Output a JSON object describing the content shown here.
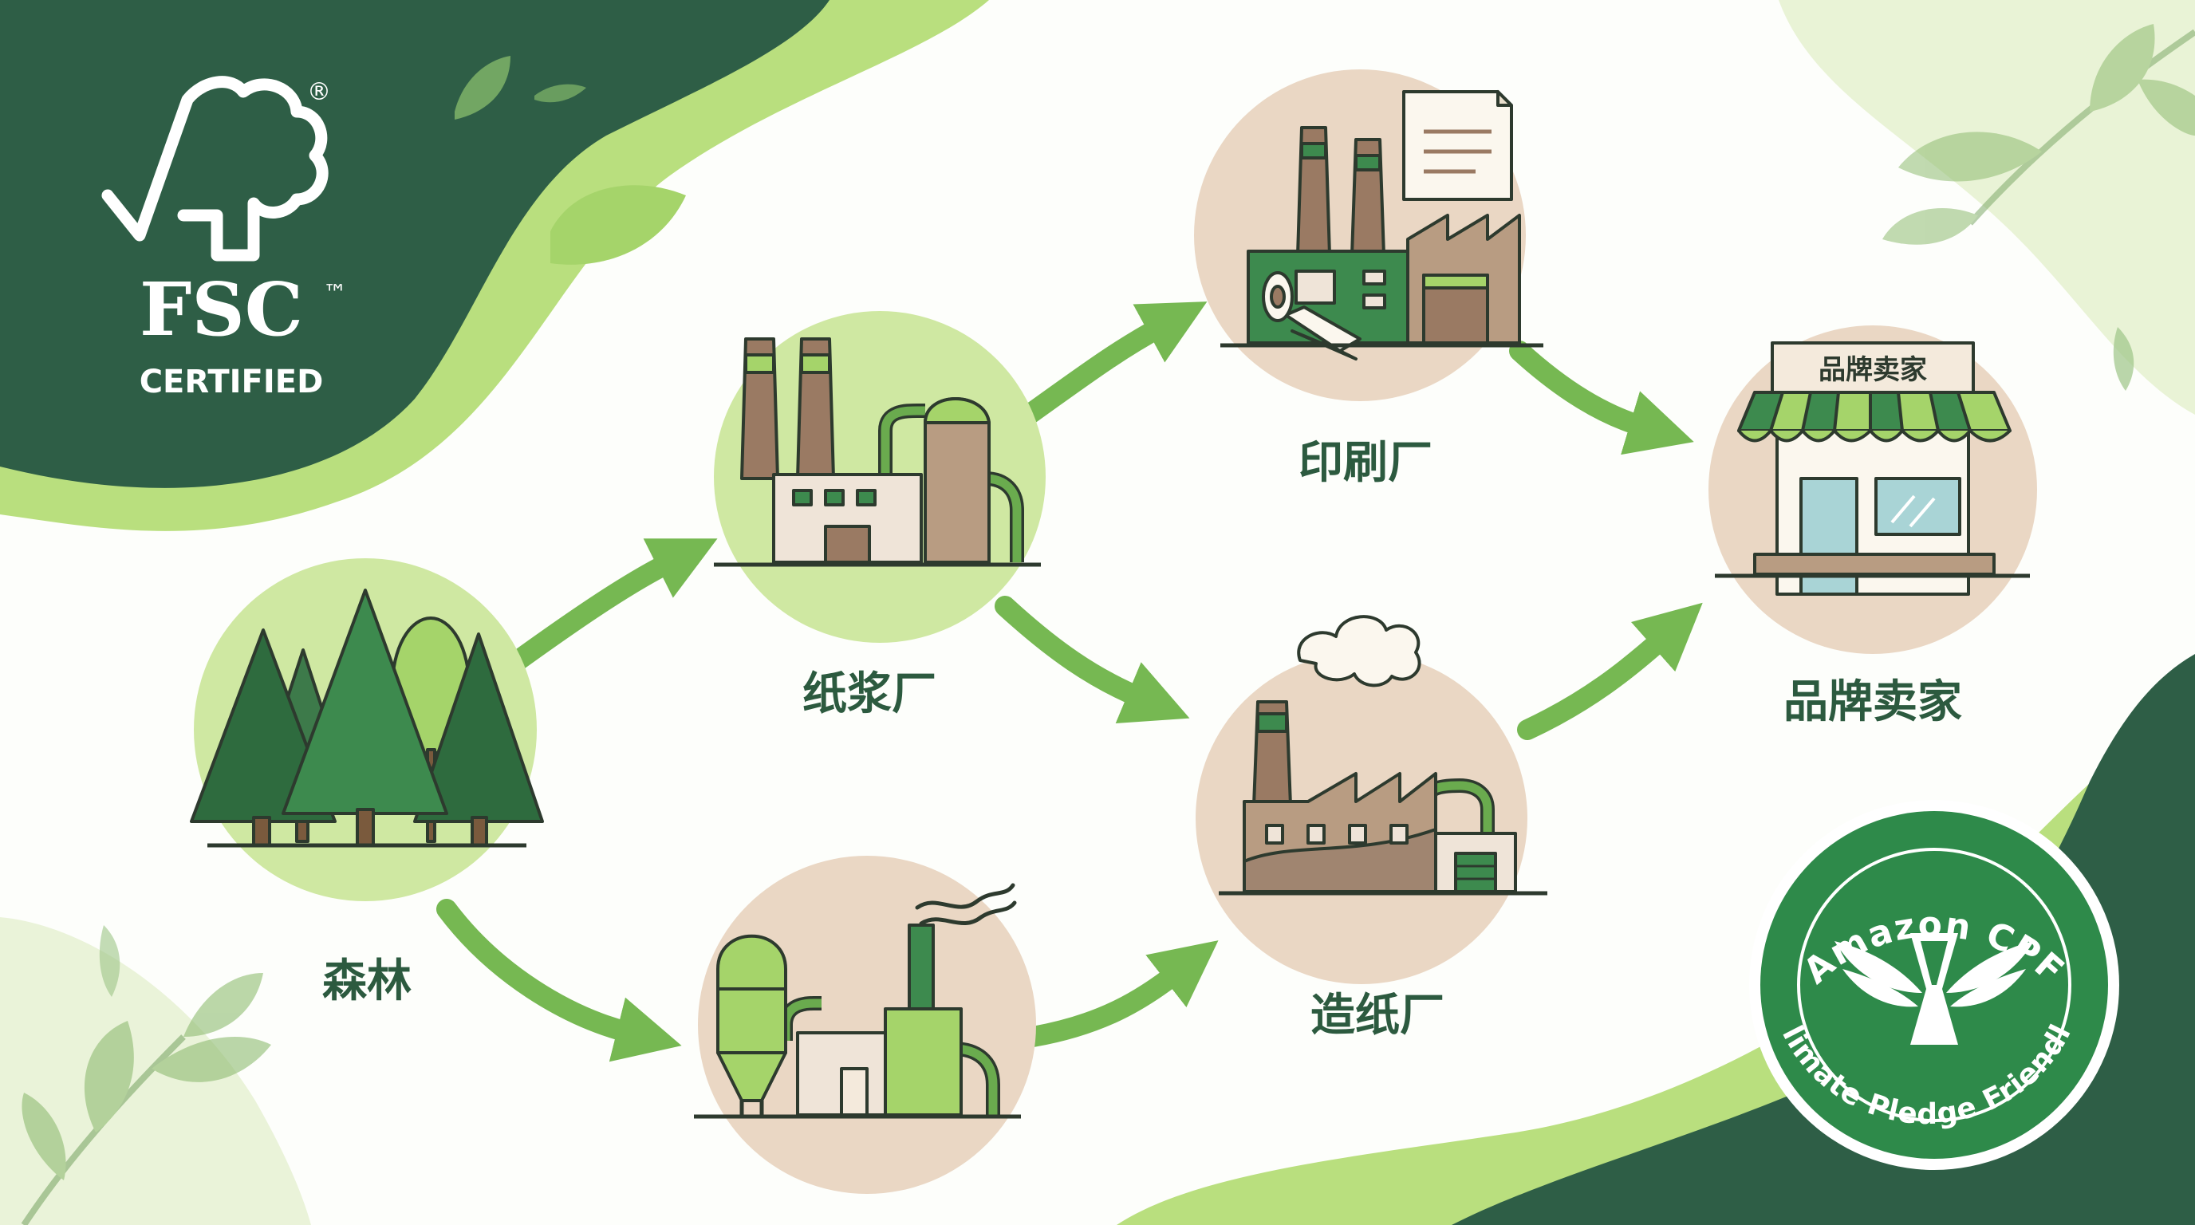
{
  "logos": {
    "fsc": {
      "name": "FSC",
      "trademark": "™",
      "registered": "®",
      "certified": "CERTIFIED"
    },
    "cpf": {
      "top_text": "Amazon CPF",
      "bottom_text": "Climate Pledge Friendly"
    }
  },
  "nodes": {
    "forest": {
      "label": "森林"
    },
    "pulp_mill": {
      "label": "纸浆厂"
    },
    "printing_plant": {
      "label": "印刷厂"
    },
    "paper_mill": {
      "label": "造纸厂"
    },
    "brand_seller": {
      "label": "品牌卖家",
      "sign": "品牌卖家"
    },
    "unlabeled_mill": {
      "label": ""
    }
  },
  "colors": {
    "dark_green": "#2e5e46",
    "light_green": "#a5d46a",
    "arrow_green": "#76b852",
    "beige_circle": "#ead7c4",
    "pale_green_circle": "#cfe8a2",
    "label_text": "#2c5a3f"
  }
}
